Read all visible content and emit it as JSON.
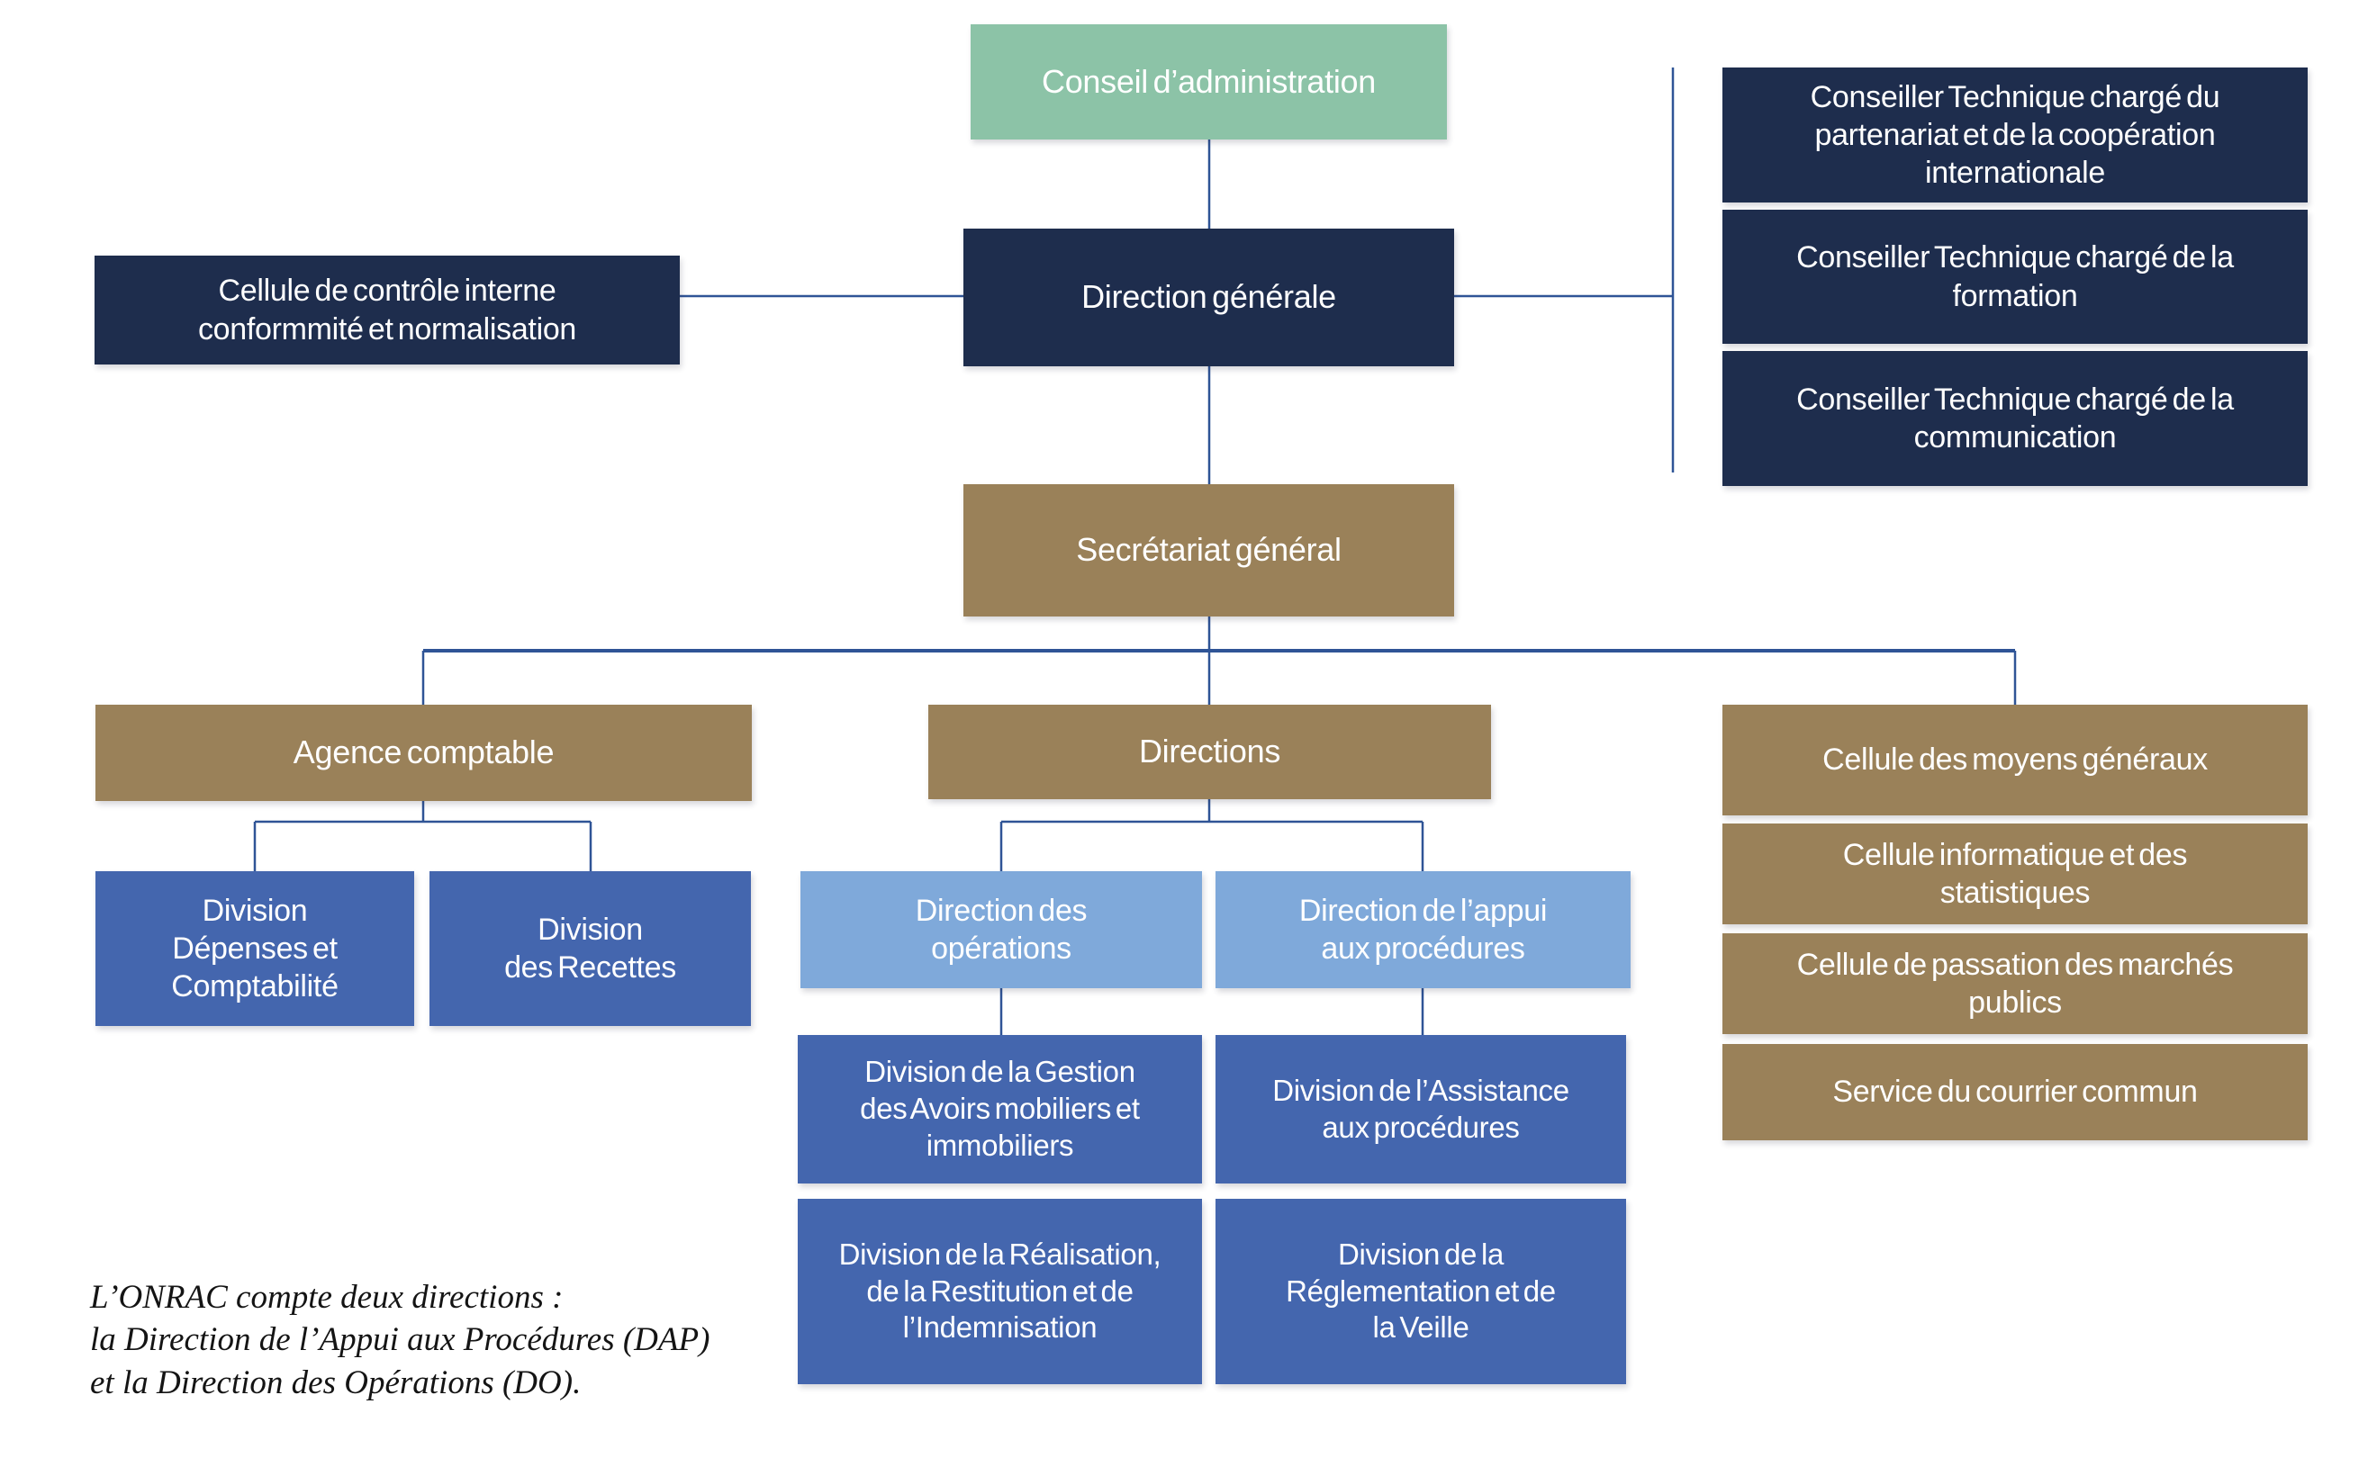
{
  "palette": {
    "green": "#8CC3A7",
    "navy": "#1E2D4D",
    "tan": "#9A8159",
    "blue": "#4466AE",
    "light_blue": "#7FA9DA",
    "connector_line": "#2F5496",
    "note_text": "#141414"
  },
  "nodes": {
    "conseil": {
      "label": "Conseil d’administration"
    },
    "dg": {
      "label": "Direction générale"
    },
    "cc": {
      "label": [
        "Cellule de contrôle interne",
        "conformmité et normalisation"
      ]
    },
    "ct1": {
      "label": [
        "Conseiller Technique chargé du",
        "partenariat et de la coopération",
        "internationale"
      ]
    },
    "ct2": {
      "label": [
        "Conseiller Technique chargé de la",
        "formation"
      ]
    },
    "ct3": {
      "label": [
        "Conseiller Technique chargé de la",
        "communication"
      ]
    },
    "sg": {
      "label": "Secrétariat général"
    },
    "agence": {
      "label": "Agence comptable"
    },
    "directions": {
      "label": "Directions"
    },
    "cmg": {
      "label": "Cellule des moyens généraux"
    },
    "cis": {
      "label": [
        "Cellule informatique et des",
        "statistiques"
      ]
    },
    "cpmp": {
      "label": [
        "Cellule de passation des marchés",
        "publics"
      ]
    },
    "scc": {
      "label": "Service du courrier commun"
    },
    "ddc": {
      "label": [
        "Division",
        "Dépenses et",
        "Comptabilité"
      ]
    },
    "dr": {
      "label": [
        "Division",
        "des Recettes"
      ]
    },
    "dope": {
      "label": [
        "Direction des",
        "opérations"
      ]
    },
    "dap": {
      "label": [
        "Direction de l’appui",
        "aux procédures"
      ]
    },
    "dgami": {
      "label": [
        "Division de la Gestion",
        "des Avoirs mobiliers et",
        "immobiliers"
      ]
    },
    "dassist": {
      "label": [
        "Division de l’Assistance",
        "aux procédures"
      ]
    },
    "dreal": {
      "label": [
        "Division de la Réalisation,",
        "de la Restitution et de",
        "l’Indemnisation"
      ]
    },
    "dregl": {
      "label": [
        "Division de la",
        "Réglementation et de",
        "la Veille"
      ]
    }
  },
  "edges": [
    [
      "conseil",
      "dg"
    ],
    [
      "dg",
      "cc"
    ],
    [
      "dg",
      "ct1"
    ],
    [
      "dg",
      "ct2"
    ],
    [
      "dg",
      "ct3"
    ],
    [
      "dg",
      "sg"
    ],
    [
      "sg",
      "agence"
    ],
    [
      "sg",
      "directions"
    ],
    [
      "sg",
      "cmg"
    ],
    [
      "agence",
      "ddc"
    ],
    [
      "agence",
      "dr"
    ],
    [
      "directions",
      "dope"
    ],
    [
      "directions",
      "dap"
    ],
    [
      "dope",
      "dgami"
    ],
    [
      "dap",
      "dassist"
    ]
  ],
  "note": {
    "lines": [
      "L’ONRAC compte deux directions :",
      "la Direction de l’Appui aux Procédures (DAP)",
      "et la Direction des Opérations (DO)."
    ]
  }
}
